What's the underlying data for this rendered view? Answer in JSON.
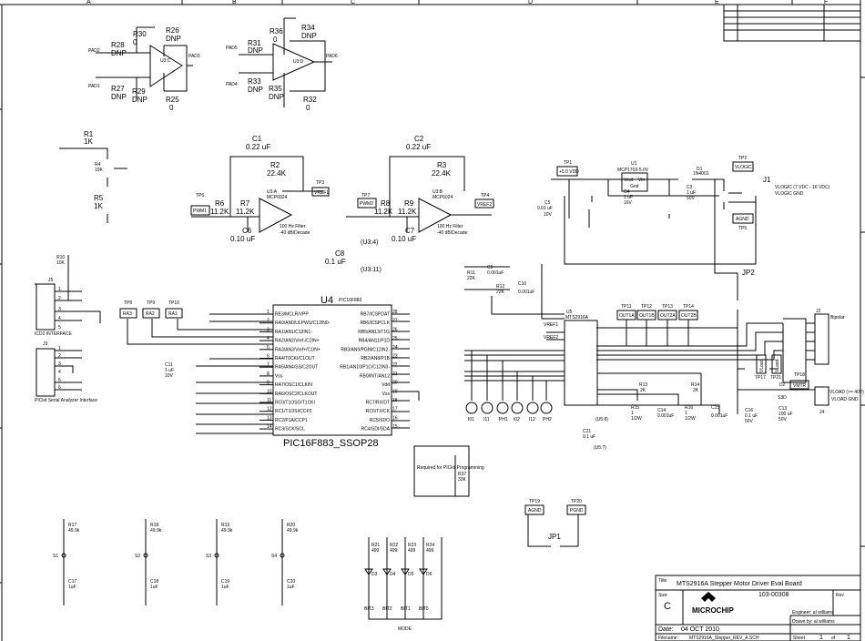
{
  "title_block": {
    "title_label": "Title",
    "title": "MTS2916A Stepper Motor Driver Eval Board",
    "size_label": "Size",
    "size": "C",
    "doc_number": "103-00308",
    "rev_label": "Rev",
    "logo": "MICROCHIP",
    "engineer": "Engineer: al williams",
    "drawn_by": "Drawn by: al williams",
    "date_label": "Date:",
    "date": "04 OCT 2010",
    "filename_label": "Filename:",
    "filename": "MTS2916A_Stepper_REV_A.SCH",
    "sheet_label": "Sheet",
    "sheet": "1",
    "of_label": "of",
    "sheets": "1"
  },
  "border": {
    "col_a": "A",
    "col_b": "B",
    "col_c": "C",
    "col_d": "D",
    "col_e": "E",
    "col_f": "F"
  },
  "opamps": {
    "u3c": "U3:C",
    "u3d": "U3:D",
    "r28": "R28",
    "r28v": "DNP",
    "r27": "R27",
    "r27v": "DNP",
    "r30": "R30",
    "r30v": "0",
    "r26": "R26",
    "r26v": "DNP",
    "r29": "R29",
    "r29v": "DNP",
    "r25": "R25",
    "r25v": "0",
    "pad1": "PAD1",
    "pad2": "PAD2",
    "pad3": "PAD3",
    "r31": "R31",
    "r31v": "DNP",
    "r33": "R33",
    "r33v": "DNP",
    "r36": "R36",
    "r36v": "0",
    "r34": "R34",
    "r34v": "DNP",
    "r35": "R35",
    "r35v": "DNP",
    "r32": "R32",
    "r32v": "0",
    "pad4": "PAD4",
    "pad5": "PAD5",
    "pad6": "PAD6"
  },
  "pot": {
    "r1": "R1",
    "r1v": "1K",
    "r4": "R4",
    "r4v": "10K",
    "r5": "R5",
    "r5v": "1K"
  },
  "filter1": {
    "c1": "C1",
    "c1v": "0.22 uF",
    "r2": "R2",
    "r2v": "22.4K",
    "tp3": "TP3",
    "tp3v": "VREF1",
    "tp6": "TP6",
    "tp6v": "PWM1",
    "r6": "R6",
    "r6v": "11.2K",
    "r7": "R7",
    "r7v": "11.2K",
    "u3a": "U3:A",
    "u3av": "MCP6024",
    "c6": "C6",
    "c6v": "0.10 uF",
    "note1": "100 Hz Filter",
    "note2": "-40 dB/Decade"
  },
  "filter2": {
    "c2": "C2",
    "c2v": "0.22 uF",
    "r3": "R3",
    "r3v": "22.4K",
    "tp4": "TP4",
    "tp4v": "VREF2",
    "tp7": "TP7",
    "tp7v": "PWM2",
    "r8": "R8",
    "r8v": "11.2K",
    "r9": "R9",
    "r9v": "11.2K",
    "u3b": "U3:B",
    "u3bv": "MCP6024",
    "c7": "C7",
    "c7v": "0.10 uF",
    "note1": "100 Hz Filter",
    "note2": "-40 dB/Decade",
    "c8": "C8",
    "c8v": "0.1 uF",
    "u3_4": "(U3:4)",
    "u3_11": "(U3:11)"
  },
  "icd": {
    "r10": "R10",
    "r10v": "10K",
    "j5": "J5",
    "j5_label": "ICD2 INTERFACE",
    "j3": "J3",
    "j3_label": "PICkit Serial Analyzer Interface",
    "pins": [
      "1",
      "2",
      "3",
      "4",
      "5",
      "6"
    ]
  },
  "u4": {
    "ref": "U4",
    "part": "PIC16F883",
    "footprint": "PIC16F883_SSOP28",
    "tp8": "TP8",
    "tp8v": "RA3",
    "tp9": "TP9",
    "tp9v": "RA2",
    "tp10": "TP10",
    "tp10v": "RA1",
    "c11": "C11",
    "c11v": "1 uF",
    "c11r": "10V",
    "left_pins": [
      {
        "n": "1",
        "name": "RE3/MCLR/VPP"
      },
      {
        "n": "2",
        "name": "RA0/AN0/ULPWU/C12IN0-"
      },
      {
        "n": "3",
        "name": "RA1/AN1/C12IN1-"
      },
      {
        "n": "4",
        "name": "RA2/AN2/Vref-/C2IN+"
      },
      {
        "n": "5",
        "name": "RA3/AN3/Vref+/C1IN+"
      },
      {
        "n": "6",
        "name": "RA4/T0CKI/C1OUT"
      },
      {
        "n": "7",
        "name": "RA5/AN4/SS/C2OUT"
      },
      {
        "n": "8",
        "name": "Vss"
      },
      {
        "n": "9",
        "name": "RA7/OSC1/CLKIN"
      },
      {
        "n": "10",
        "name": "RA6/OSC2/CLKOUT"
      },
      {
        "n": "11",
        "name": "RC0/T1OSO/T1CKI"
      },
      {
        "n": "12",
        "name": "RC1/T1OSI/CCP2"
      },
      {
        "n": "13",
        "name": "RC2/P1A/CCP1"
      },
      {
        "n": "14",
        "name": "RC3/SCK/SCL"
      }
    ],
    "right_pins": [
      {
        "n": "28",
        "name": "RB7/ICSPDAT"
      },
      {
        "n": "27",
        "name": "RB6/ICSPCLK"
      },
      {
        "n": "26",
        "name": "RB5/AN13/T1G"
      },
      {
        "n": "25",
        "name": "RB4/AN11/P1D"
      },
      {
        "n": "24",
        "name": "RB3/AN9/PGM/C12IN2-"
      },
      {
        "n": "23",
        "name": "RB2/AN8/P1B"
      },
      {
        "n": "22",
        "name": "RB1/AN10/P1C/C12IN3-"
      },
      {
        "n": "21",
        "name": "RB0/INT/AN12"
      },
      {
        "n": "20",
        "name": "Vdd"
      },
      {
        "n": "19",
        "name": "Vss"
      },
      {
        "n": "18",
        "name": "RC7/RX/DT"
      },
      {
        "n": "17",
        "name": "RC6/TX/CK"
      },
      {
        "n": "16",
        "name": "RC5/SDO"
      },
      {
        "n": "15",
        "name": "RC4/SDI/SDA"
      }
    ],
    "r37": "R37",
    "r37v": "33K",
    "note": "Required for PICkit Programming"
  },
  "power": {
    "tp1": "TP1",
    "tp1v": "+5.0 VDD",
    "u1": "U1",
    "u1v": "MCP1703-5.0V",
    "vout": "Vout",
    "vin": "Vin",
    "gnd": "Gnd",
    "d1": "D1",
    "d1v": "1N4001",
    "tp2": "TP2",
    "tp2v": "VLOGIC",
    "j1": "J1",
    "j1a": "VLOGIC (7 VDC - 16 VDC)",
    "j1b": "VLOGIC GND",
    "c5": "C5",
    "c5v": "0.01 uF",
    "c5r": "10V",
    "c4": "C4",
    "c4v": "1 uF",
    "c4r": "16V",
    "c3": "C3",
    "c3v": "1 uF",
    "c3r": "50V",
    "tp5": "TP5",
    "tp5v": "AGND",
    "jp2": "JP2"
  },
  "u5": {
    "ref": "U5",
    "part": "MTS2916A",
    "r11": "R11",
    "r11v": "22K",
    "c9": "C9",
    "c9v": "0.001uF",
    "r12": "R12",
    "r12v": "22K",
    "c10": "C10",
    "c10v": "0.001uF",
    "vref1": "VREF1",
    "vref2": "VREF2",
    "tp11": "TP11",
    "tp11v": "OUT1A",
    "tp12": "TP12",
    "tp12v": "OUT1B",
    "tp13": "TP13",
    "tp13v": "OUT2A",
    "tp14": "TP14",
    "tp14v": "OUT2B",
    "j2": "J2",
    "j2_label": "Bipolar",
    "tp17": "TP17",
    "tp21": "TP21",
    "vload": "VLoad",
    "tp18": "TP18",
    "tp18v": "VMTR",
    "d2": "D2",
    "d2v": "S3D",
    "j4": "J4",
    "j4a": "VLOAD (>= 40V)",
    "j4b": "VLOAD GND",
    "c16": "C16",
    "c16v": "0.1 uF",
    "c16r": "50V",
    "c13": "C13",
    "c13v": "100 uF",
    "c13r": "50V",
    "r13": "R13",
    "r13v": "2K",
    "r14": "R14",
    "r14v": "2K",
    "r15": "R15",
    "r15v": "1",
    "r15r": "1/2W",
    "r16": "R16",
    "r16v": "1",
    "r16r": "1/2W",
    "c14": "C14",
    "c14v": "0.001uF",
    "c15": "C15",
    "c15v": "0.001uF",
    "c21": "C21",
    "c21v": "0.1 uF",
    "u5_8": "(U5:8)",
    "u5_7": "(U5:7)",
    "pads": [
      "I01",
      "I11",
      "PH1",
      "I02",
      "I12",
      "PH2"
    ]
  },
  "bottom": {
    "tp19": "TP19",
    "tp19v": "AGND",
    "tp20": "TP20",
    "tp20v": "PGND",
    "jp1": "JP1",
    "switches": [
      {
        "s": "S1",
        "r": "R17",
        "rv": "49.9k",
        "c": "C17",
        "cv": "1uF"
      },
      {
        "s": "S2",
        "r": "R18",
        "rv": "49.9k",
        "c": "C18",
        "cv": "1uF"
      },
      {
        "s": "S3",
        "r": "R19",
        "rv": "49.9k",
        "c": "C19",
        "cv": "1uF"
      },
      {
        "s": "S4",
        "r": "R20",
        "rv": "49.9k",
        "c": "C20",
        "cv": "1uF"
      }
    ],
    "leds": [
      {
        "d": "D3",
        "r": "R21",
        "rv": "499",
        "bit": "BIT3"
      },
      {
        "d": "D4",
        "r": "R22",
        "rv": "499",
        "bit": "BIT2"
      },
      {
        "d": "D5",
        "r": "R23",
        "rv": "499",
        "bit": "BIT1"
      },
      {
        "d": "D6",
        "r": "R24",
        "rv": "499",
        "bit": "BIT0"
      }
    ],
    "mode": "MODE"
  }
}
